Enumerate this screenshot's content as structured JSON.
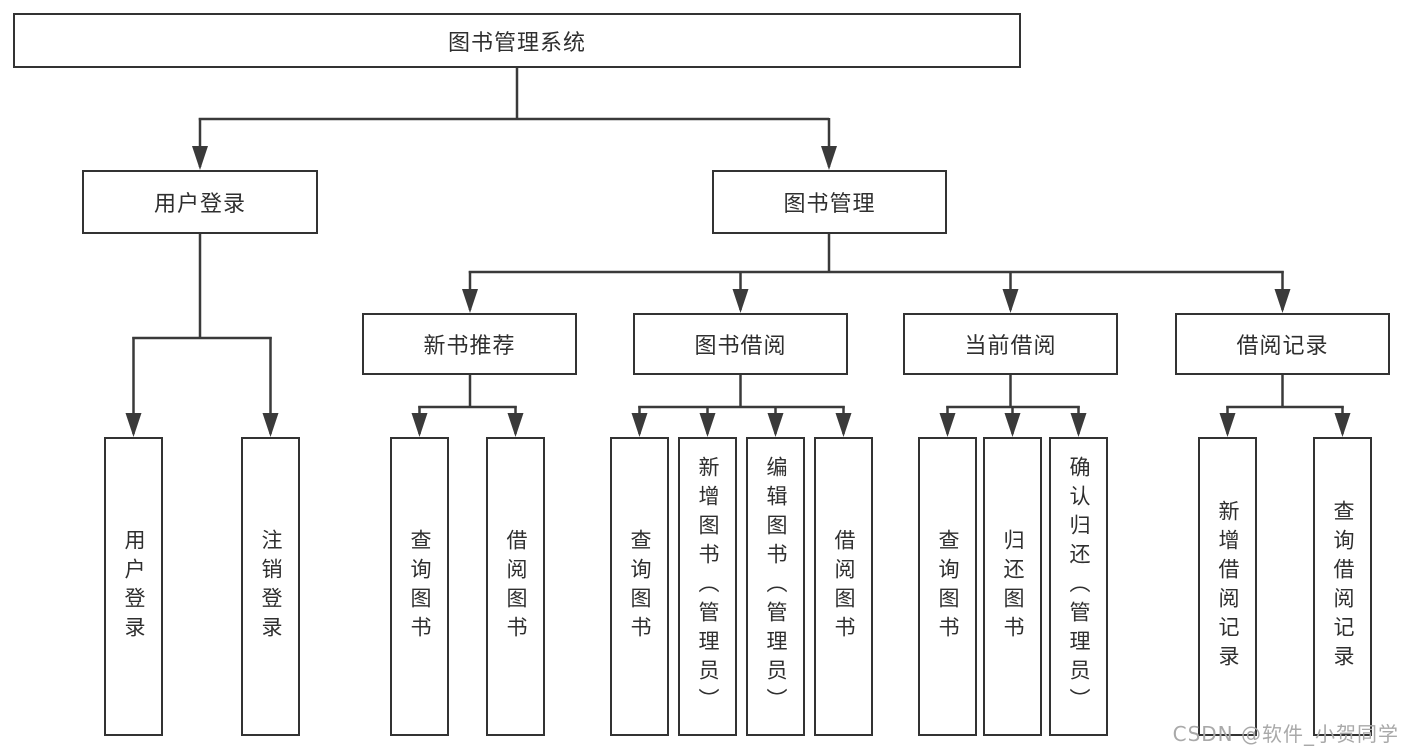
{
  "diagram": {
    "root": {
      "label": "图书管理系统"
    },
    "branches": [
      {
        "label": "用户登录",
        "leaves": [
          {
            "label": "用户登录"
          },
          {
            "label": "注销登录"
          }
        ]
      },
      {
        "label": "图书管理",
        "groups": [
          {
            "label": "新书推荐",
            "leaves": [
              {
                "label": "查询图书"
              },
              {
                "label": "借阅图书"
              }
            ]
          },
          {
            "label": "图书借阅",
            "leaves": [
              {
                "label": "查询图书"
              },
              {
                "label": "新增图书（管理员）"
              },
              {
                "label": "编辑图书（管理员）"
              },
              {
                "label": "借阅图书"
              }
            ]
          },
          {
            "label": "当前借阅",
            "leaves": [
              {
                "label": "查询图书"
              },
              {
                "label": "归还图书"
              },
              {
                "label": "确认归还（管理员）"
              }
            ]
          },
          {
            "label": "借阅记录",
            "leaves": [
              {
                "label": "新增借阅记录"
              },
              {
                "label": "查询借阅记录"
              }
            ]
          }
        ]
      }
    ]
  },
  "watermark": {
    "text": "CSDN @软件_小贺同学"
  },
  "colors": {
    "line": "#3a3a3a",
    "box_border": "#333333",
    "box_background": "#ffffff",
    "text": "#2f2f2f",
    "watermark": "#a9a9a9",
    "page_background": "#ffffff"
  }
}
